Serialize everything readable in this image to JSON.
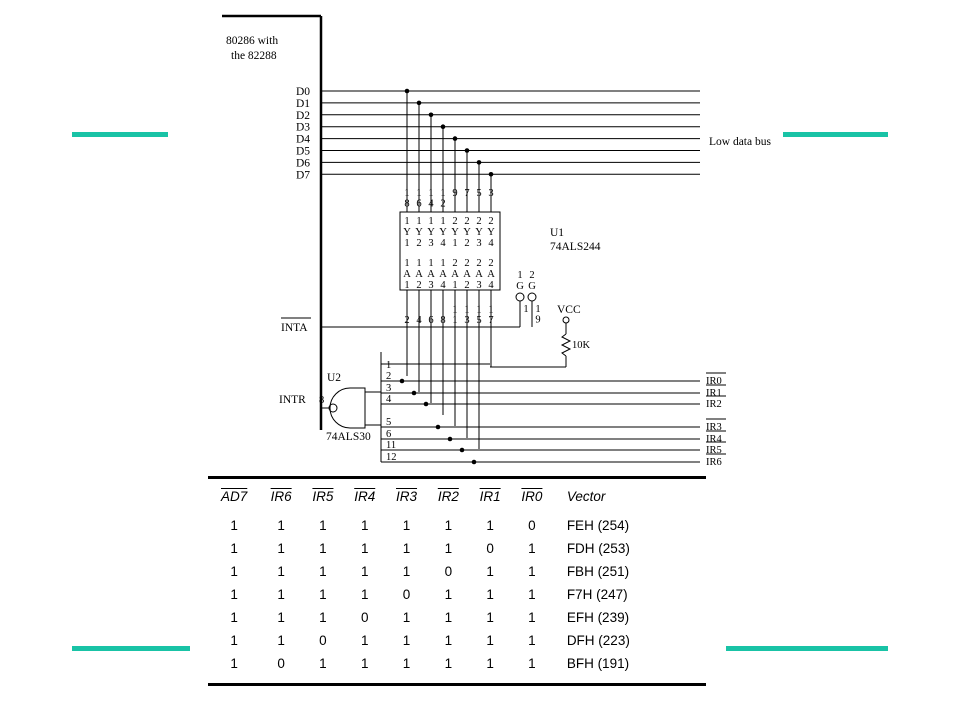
{
  "schematic": {
    "processor_label_line1": "80286 with",
    "processor_label_line2": "the 82288",
    "data_lines": [
      "D0",
      "D1",
      "D2",
      "D3",
      "D4",
      "D5",
      "D6",
      "D7"
    ],
    "bus_label": "Low data bus",
    "u1": {
      "name": "U1",
      "part": "74ALS244",
      "y_pins": [
        [
          "1",
          "8"
        ],
        [
          "1",
          "6"
        ],
        [
          "1",
          "4"
        ],
        [
          "1",
          "2"
        ],
        [
          "9"
        ],
        [
          "7"
        ],
        [
          "5"
        ],
        [
          "3"
        ]
      ],
      "y_labels": [
        [
          "1",
          "Y",
          "1"
        ],
        [
          "1",
          "Y",
          "2"
        ],
        [
          "1",
          "Y",
          "3"
        ],
        [
          "1",
          "Y",
          "4"
        ],
        [
          "2",
          "Y",
          "1"
        ],
        [
          "2",
          "Y",
          "2"
        ],
        [
          "2",
          "Y",
          "3"
        ],
        [
          "2",
          "Y",
          "4"
        ]
      ],
      "a_labels": [
        [
          "1",
          "A",
          "1"
        ],
        [
          "1",
          "A",
          "2"
        ],
        [
          "1",
          "A",
          "3"
        ],
        [
          "1",
          "A",
          "4"
        ],
        [
          "2",
          "A",
          "1"
        ],
        [
          "2",
          "A",
          "2"
        ],
        [
          "2",
          "A",
          "3"
        ],
        [
          "2",
          "A",
          "4"
        ]
      ],
      "a_pins": [
        [
          "2"
        ],
        [
          "4"
        ],
        [
          "6"
        ],
        [
          "8"
        ],
        [
          "1",
          "1"
        ],
        [
          "1",
          "3"
        ],
        [
          "1",
          "5"
        ],
        [
          "1",
          "7"
        ]
      ],
      "g_labels": [
        [
          "1",
          "G"
        ],
        [
          "2",
          "G"
        ]
      ],
      "g_pins": [
        [
          "1"
        ],
        [
          "1",
          "9"
        ]
      ]
    },
    "inta_label": "INTA",
    "vcc_label": "VCC",
    "resistor_label": "10K",
    "u2": {
      "name": "U2",
      "part": "74ALS30",
      "output_pin": "8",
      "input_pins": [
        "1",
        "2",
        "3",
        "4",
        "5",
        "6",
        "11",
        "12"
      ]
    },
    "intr_label": "INTR",
    "ir_lines": [
      "IR0",
      "IR1",
      "IR2",
      "IR3",
      "IR4",
      "IR5",
      "IR6"
    ]
  },
  "table": {
    "headers": [
      "AD7",
      "IR6",
      "IR5",
      "IR4",
      "IR3",
      "IR2",
      "IR1",
      "IR0",
      "Vector"
    ],
    "rows": [
      [
        "1",
        "1",
        "1",
        "1",
        "1",
        "1",
        "1",
        "0",
        "FEH (254)"
      ],
      [
        "1",
        "1",
        "1",
        "1",
        "1",
        "1",
        "0",
        "1",
        "FDH (253)"
      ],
      [
        "1",
        "1",
        "1",
        "1",
        "1",
        "0",
        "1",
        "1",
        "FBH (251)"
      ],
      [
        "1",
        "1",
        "1",
        "1",
        "0",
        "1",
        "1",
        "1",
        "F7H (247)"
      ],
      [
        "1",
        "1",
        "1",
        "0",
        "1",
        "1",
        "1",
        "1",
        "EFH (239)"
      ],
      [
        "1",
        "1",
        "0",
        "1",
        "1",
        "1",
        "1",
        "1",
        "DFH (223)"
      ],
      [
        "1",
        "0",
        "1",
        "1",
        "1",
        "1",
        "1",
        "1",
        "BFH (191)"
      ]
    ]
  },
  "colors": {
    "accent": "#19c3a6",
    "ink": "#000000"
  }
}
